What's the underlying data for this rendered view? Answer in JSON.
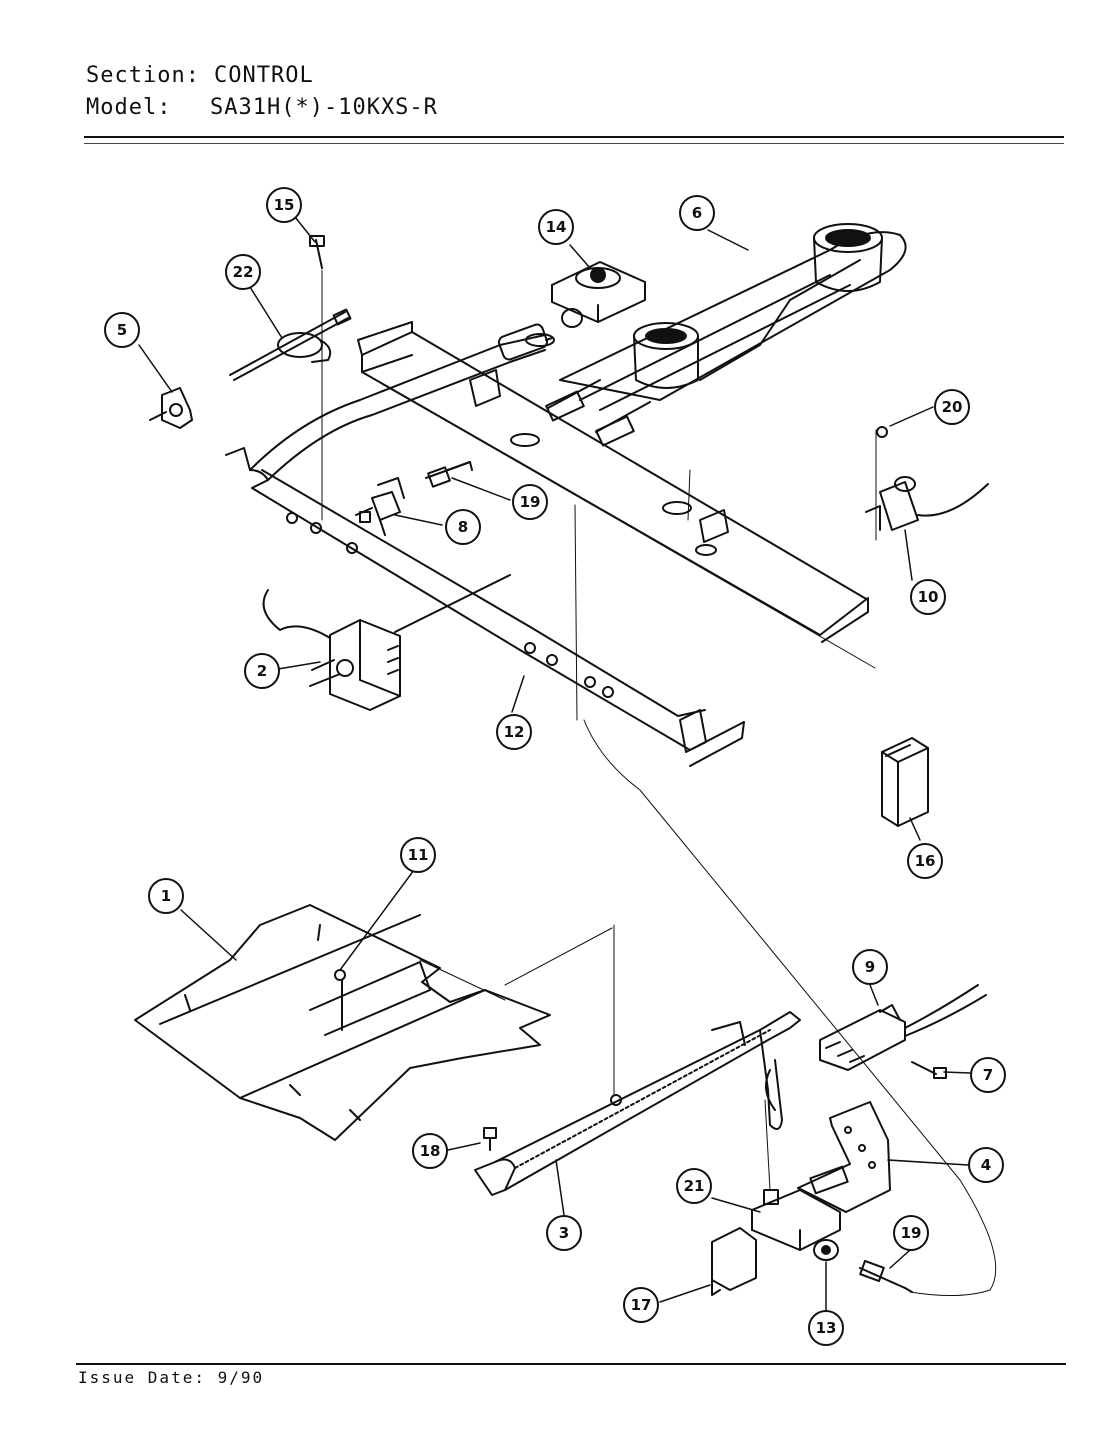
{
  "header": {
    "section_label": "Section:",
    "section_value": "CONTROL",
    "model_label": "Model:",
    "model_value": "SA31H(*)-10KXS-R"
  },
  "footer": {
    "issue_label": "Issue Date:",
    "issue_value": "9/90"
  },
  "callouts": [
    {
      "id": "callout-15",
      "label": "15"
    },
    {
      "id": "callout-22",
      "label": "22"
    },
    {
      "id": "callout-5",
      "label": "5"
    },
    {
      "id": "callout-14",
      "label": "14"
    },
    {
      "id": "callout-6",
      "label": "6"
    },
    {
      "id": "callout-20",
      "label": "20"
    },
    {
      "id": "callout-19a",
      "label": "19"
    },
    {
      "id": "callout-8",
      "label": "8"
    },
    {
      "id": "callout-10",
      "label": "10"
    },
    {
      "id": "callout-2",
      "label": "2"
    },
    {
      "id": "callout-12",
      "label": "12"
    },
    {
      "id": "callout-16",
      "label": "16"
    },
    {
      "id": "callout-11",
      "label": "11"
    },
    {
      "id": "callout-1",
      "label": "1"
    },
    {
      "id": "callout-9",
      "label": "9"
    },
    {
      "id": "callout-7",
      "label": "7"
    },
    {
      "id": "callout-4",
      "label": "4"
    },
    {
      "id": "callout-18",
      "label": "18"
    },
    {
      "id": "callout-3",
      "label": "3"
    },
    {
      "id": "callout-21",
      "label": "21"
    },
    {
      "id": "callout-19b",
      "label": "19"
    },
    {
      "id": "callout-17",
      "label": "17"
    },
    {
      "id": "callout-13",
      "label": "13"
    }
  ]
}
